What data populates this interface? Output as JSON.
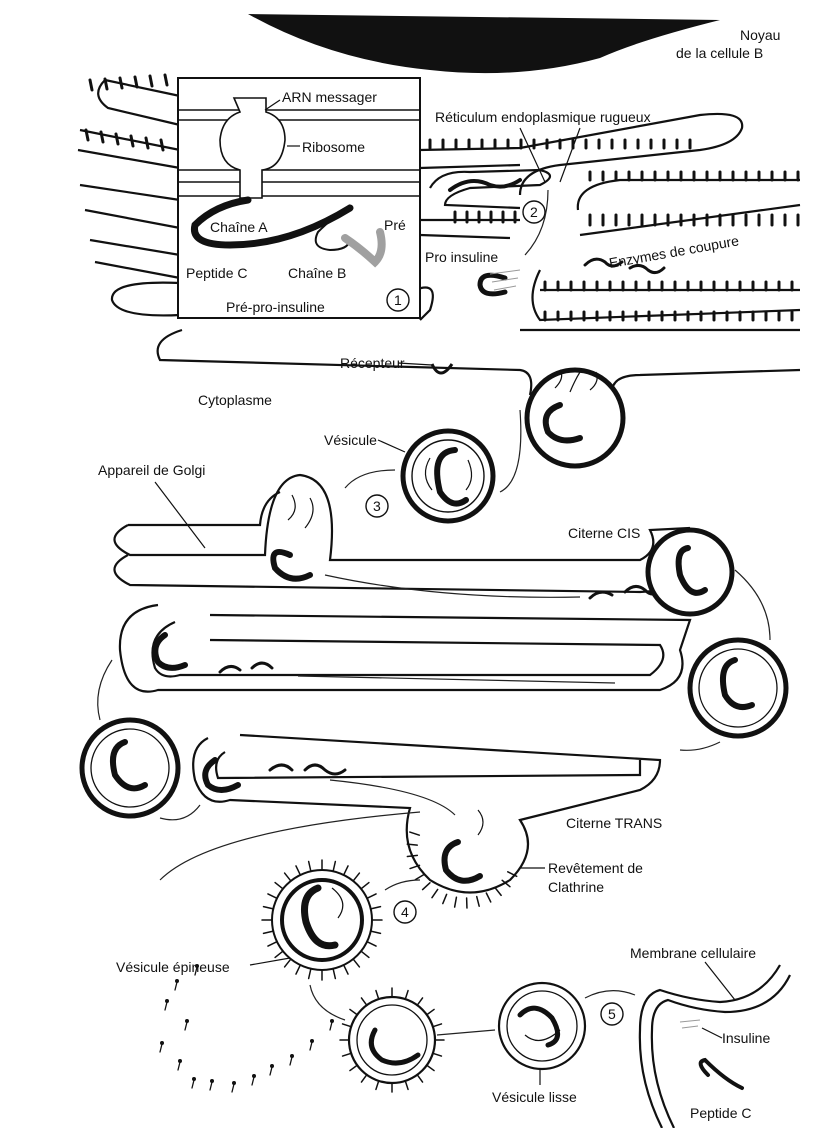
{
  "labels": {
    "noyau_line1": "Noyau",
    "noyau_line2": "de la  cellule B",
    "arn": "ARN messager",
    "ribosome": "Ribosome",
    "reticulum": "Réticulum endoplasmique rugueux",
    "chaine_a": "Chaîne A",
    "pre": "Pré",
    "peptide_c_top": "Peptide C",
    "chaine_b": "Chaîne B",
    "pre_pro_insuline": "Pré-pro-insuline",
    "pro_insuline": "Pro insuline",
    "enzymes": "Enzymes de coupure",
    "recepteur": "Récepteur",
    "cytoplasme": "Cytoplasme",
    "vesicule": "Vésicule",
    "golgi": "Appareil de Golgi",
    "citerne_cis": "Citerne CIS",
    "citerne_trans": "Citerne TRANS",
    "revetement_line1": "Revêtement de",
    "revetement_line2": "Clathrine",
    "vesicule_epineuse": "Vésicule épineuse",
    "membrane": "Membrane cellulaire",
    "insuline": "Insuline",
    "vesicule_lisse": "Vésicule lisse",
    "peptide_c_bottom": "Peptide C"
  },
  "steps": [
    "1",
    "2",
    "3",
    "4",
    "5"
  ],
  "colors": {
    "ink": "#111111",
    "pre_segment": "#a0a0a0"
  }
}
